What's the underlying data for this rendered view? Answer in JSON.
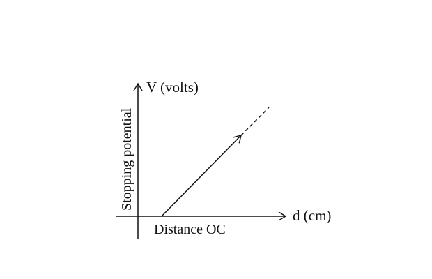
{
  "diagram": {
    "y_axis_label": "V (volts)",
    "y_axis_title": "Stopping potential",
    "x_axis_label": "d (cm)",
    "x_axis_title": "Distance OC",
    "line_color": "#111111"
  }
}
